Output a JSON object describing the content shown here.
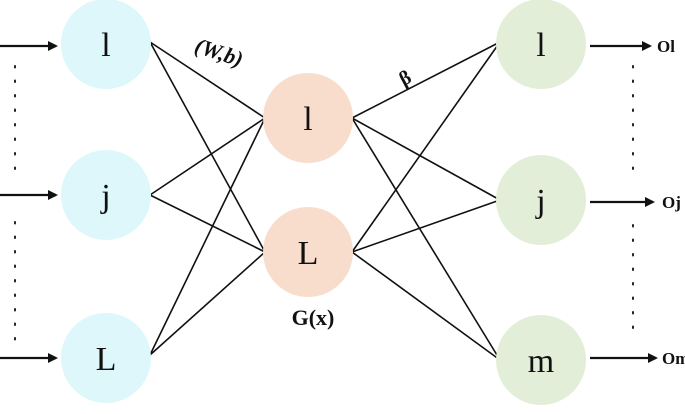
{
  "input_layer": {
    "nodes": [
      {
        "label": "l"
      },
      {
        "label": "j"
      },
      {
        "label": "L"
      }
    ],
    "color": "#DDF7FB"
  },
  "hidden_layer": {
    "nodes": [
      {
        "label": "l"
      },
      {
        "label": "L"
      }
    ],
    "color": "#F8DDCC",
    "function_label": "G(x)"
  },
  "output_layer": {
    "nodes": [
      {
        "label": "l"
      },
      {
        "label": "j"
      },
      {
        "label": "m"
      }
    ],
    "color": "#E3EED9"
  },
  "weights": {
    "input_hidden": "(W,b)",
    "hidden_output": "β"
  },
  "outputs": [
    {
      "label": "Ol"
    },
    {
      "label": "Oj"
    },
    {
      "label": "Om"
    }
  ]
}
